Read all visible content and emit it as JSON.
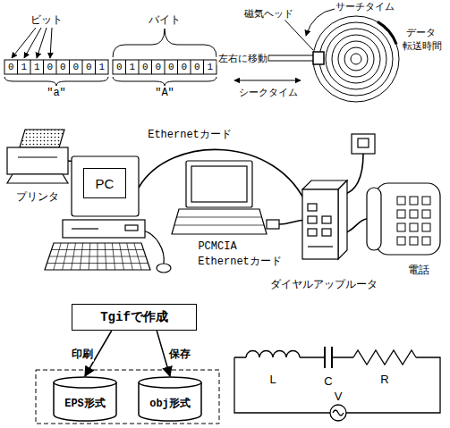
{
  "diagram": {
    "nodes": [
      {
        "text": [
          "PC"
        ]
      },
      {
        "text": [
          "Tgifで作成"
        ]
      },
      {
        "text": [
          "EPS形式"
        ]
      },
      {
        "text": [
          "obj形式"
        ]
      }
    ],
    "edges": [
      {
        "from": 1,
        "to": 2,
        "arrow": "to",
        "label": "印刷"
      },
      {
        "from": 1,
        "to": 3,
        "arrow": "to",
        "label": "保存"
      }
    ],
    "labels": [
      "ビット",
      "バイト",
      "0",
      "1",
      "1",
      "0",
      "0",
      "0",
      "0",
      "1",
      "0",
      "1",
      "0",
      "0",
      "0",
      "0",
      "0",
      "1",
      "\"a\"",
      "\"A\"",
      "磁気ヘッド",
      "サーチタイム",
      "データ",
      "転送時間",
      "左右に移動",
      "シークタイム",
      "Ethernetカード",
      "プリンタ",
      "PCMCIA",
      "Ethernetカード",
      "ダイヤルアップルータ",
      "電話",
      "L",
      "C",
      "R",
      "V"
    ]
  }
}
